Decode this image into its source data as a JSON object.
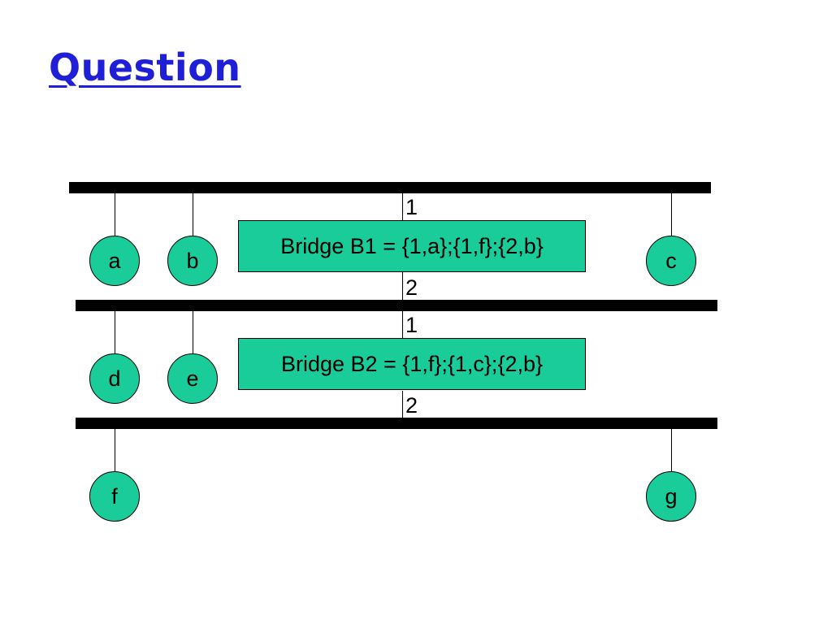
{
  "title": "Question",
  "colors": {
    "title": "#1f1fd8",
    "node_fill": "#19cc99",
    "line": "#000000"
  },
  "lan_segments": [
    {
      "name": "top-lan"
    },
    {
      "name": "middle-lan"
    },
    {
      "name": "bottom-lan"
    }
  ],
  "hosts": {
    "a": "a",
    "b": "b",
    "c": "c",
    "d": "d",
    "e": "e",
    "f": "f",
    "g": "g"
  },
  "bridges": {
    "b1": {
      "label": "Bridge B1 = {1,a};{1,f};{2,b}",
      "port_top": "1",
      "port_bottom": "2"
    },
    "b2": {
      "label": "Bridge B2 = {1,f};{1,c};{2,b}",
      "port_top": "1",
      "port_bottom": "2"
    }
  }
}
